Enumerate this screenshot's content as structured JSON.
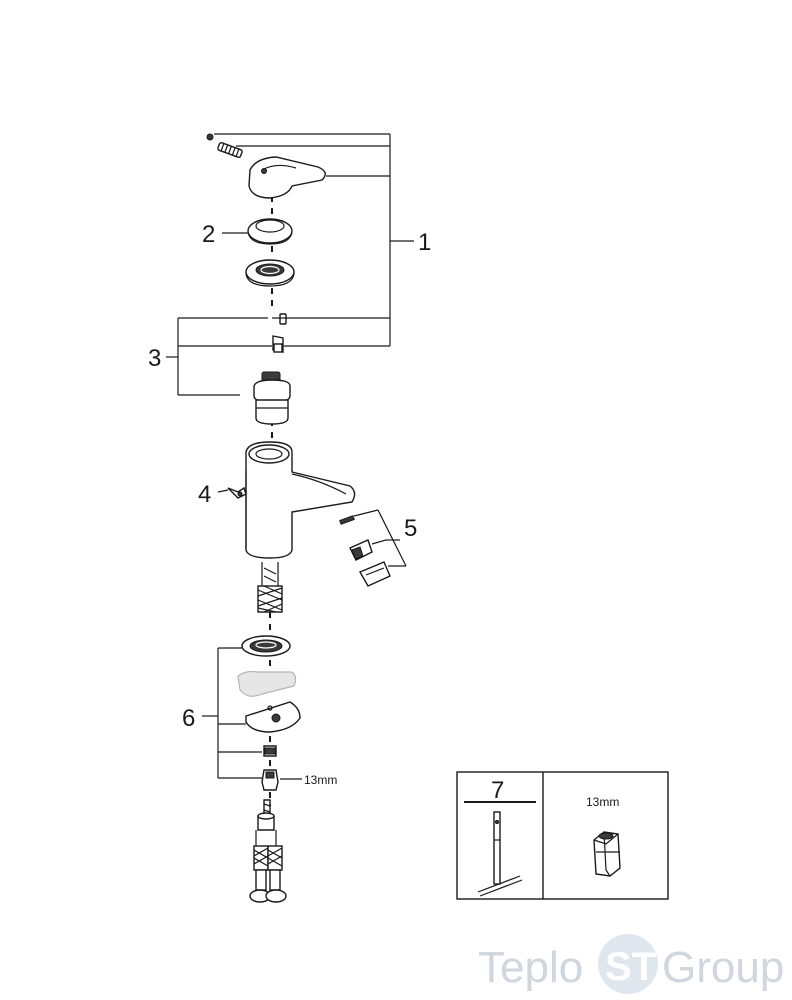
{
  "callouts": {
    "c1": "1",
    "c2": "2",
    "c3": "3",
    "c4": "4",
    "c5": "5",
    "c6": "6",
    "c7": "7"
  },
  "dimensions": {
    "wrench_size": "13mm",
    "tool_box_size": "13mm"
  },
  "watermark": {
    "prefix": "Teplo",
    "badge": "ST",
    "suffix": "Group"
  },
  "colors": {
    "line": "#1a1a1a",
    "watermark_gray": "#cfd6de",
    "badge_blue": "#dfe6ee"
  }
}
